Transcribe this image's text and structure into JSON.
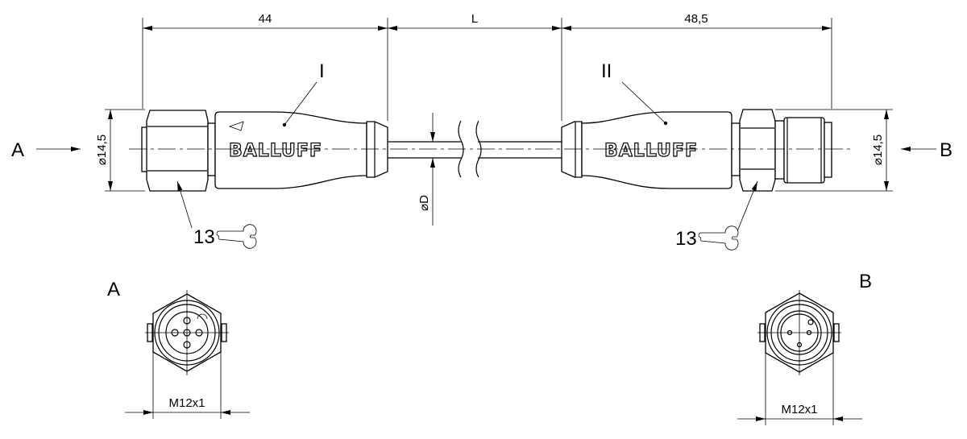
{
  "dimensions": {
    "left_length": "44",
    "cable_length": "L",
    "right_length": "48,5",
    "left_diameter": "⌀14,5",
    "right_diameter": "⌀14,5",
    "cable_diameter": "⌀D",
    "thread_a": "M12x1",
    "thread_b": "M12x1"
  },
  "labels": {
    "view_a": "A",
    "view_b": "B",
    "part_i": "I",
    "part_ii": "II",
    "wrench_left": "13",
    "wrench_right": "13",
    "bottom_view_a": "A",
    "bottom_view_b": "B"
  },
  "branding": {
    "logo_left": "BALLUFF",
    "logo_right": "BALLUFF"
  },
  "icons": [
    "wrench-icon",
    "coding-triangle-icon"
  ]
}
